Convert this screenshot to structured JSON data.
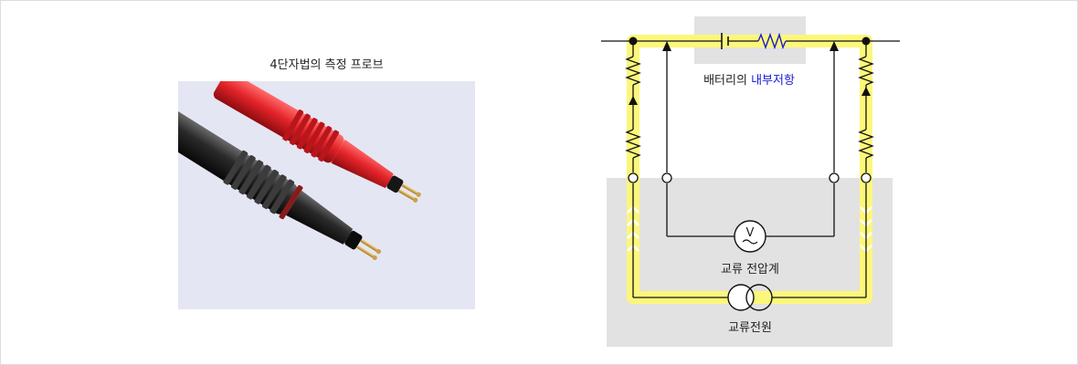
{
  "probe_section": {
    "caption": "4단자법의 측정 프로브"
  },
  "circuit": {
    "battery_label_prefix": "배터리의 ",
    "battery_label_highlight": "내부저항",
    "voltmeter_symbol": "V",
    "voltmeter_label": "교류 전압계",
    "current_source_label": "교류전원",
    "colors": {
      "highlight": "#fcf77a",
      "wire": "#111111",
      "panel": "#e2e2e2",
      "resistor_blue": "#1a1ad6",
      "label_blue": "#1a1ad6",
      "probe_red": "#e4242a",
      "probe_black": "#1e1e1e",
      "photo_bg": "#e5e6f3"
    }
  }
}
